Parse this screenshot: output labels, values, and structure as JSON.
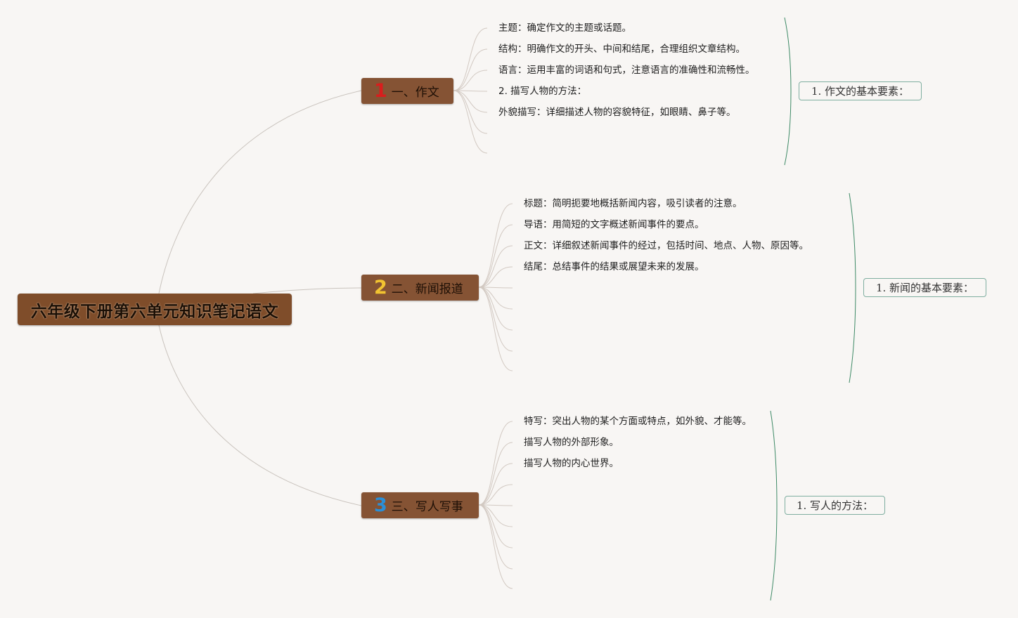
{
  "root": {
    "label": "六年级下册第六单元知识笔记语文"
  },
  "branches": [
    {
      "number": "1",
      "label": "一、作文",
      "items": [
        "主题：确定作文的主题或话题。",
        "结构：明确作文的开头、中间和结尾，合理组织文章结构。",
        "语言：运用丰富的词语和句式，注意语言的准确性和流畅性。",
        "2. 描写人物的方法：",
        "外貌描写：详细描述人物的容貌特征，如眼睛、鼻子等。"
      ],
      "summary": "1. 作文的基本要素："
    },
    {
      "number": "2",
      "label": "二、新闻报道",
      "items": [
        "标题：简明扼要地概括新闻内容，吸引读者的注意。",
        "导语：用简短的文字概述新闻事件的要点。",
        "正文：详细叙述新闻事件的经过，包括时间、地点、人物、原因等。",
        "结尾：总结事件的结果或展望未来的发展。"
      ],
      "summary": "1. 新闻的基本要素："
    },
    {
      "number": "3",
      "label": "三、写人写事",
      "items": [
        "特写：突出人物的某个方面或特点，如外貌、才能等。",
        "描写人物的外部形象。",
        "描写人物的内心世界。"
      ],
      "summary": "1. 写人的方法："
    }
  ]
}
